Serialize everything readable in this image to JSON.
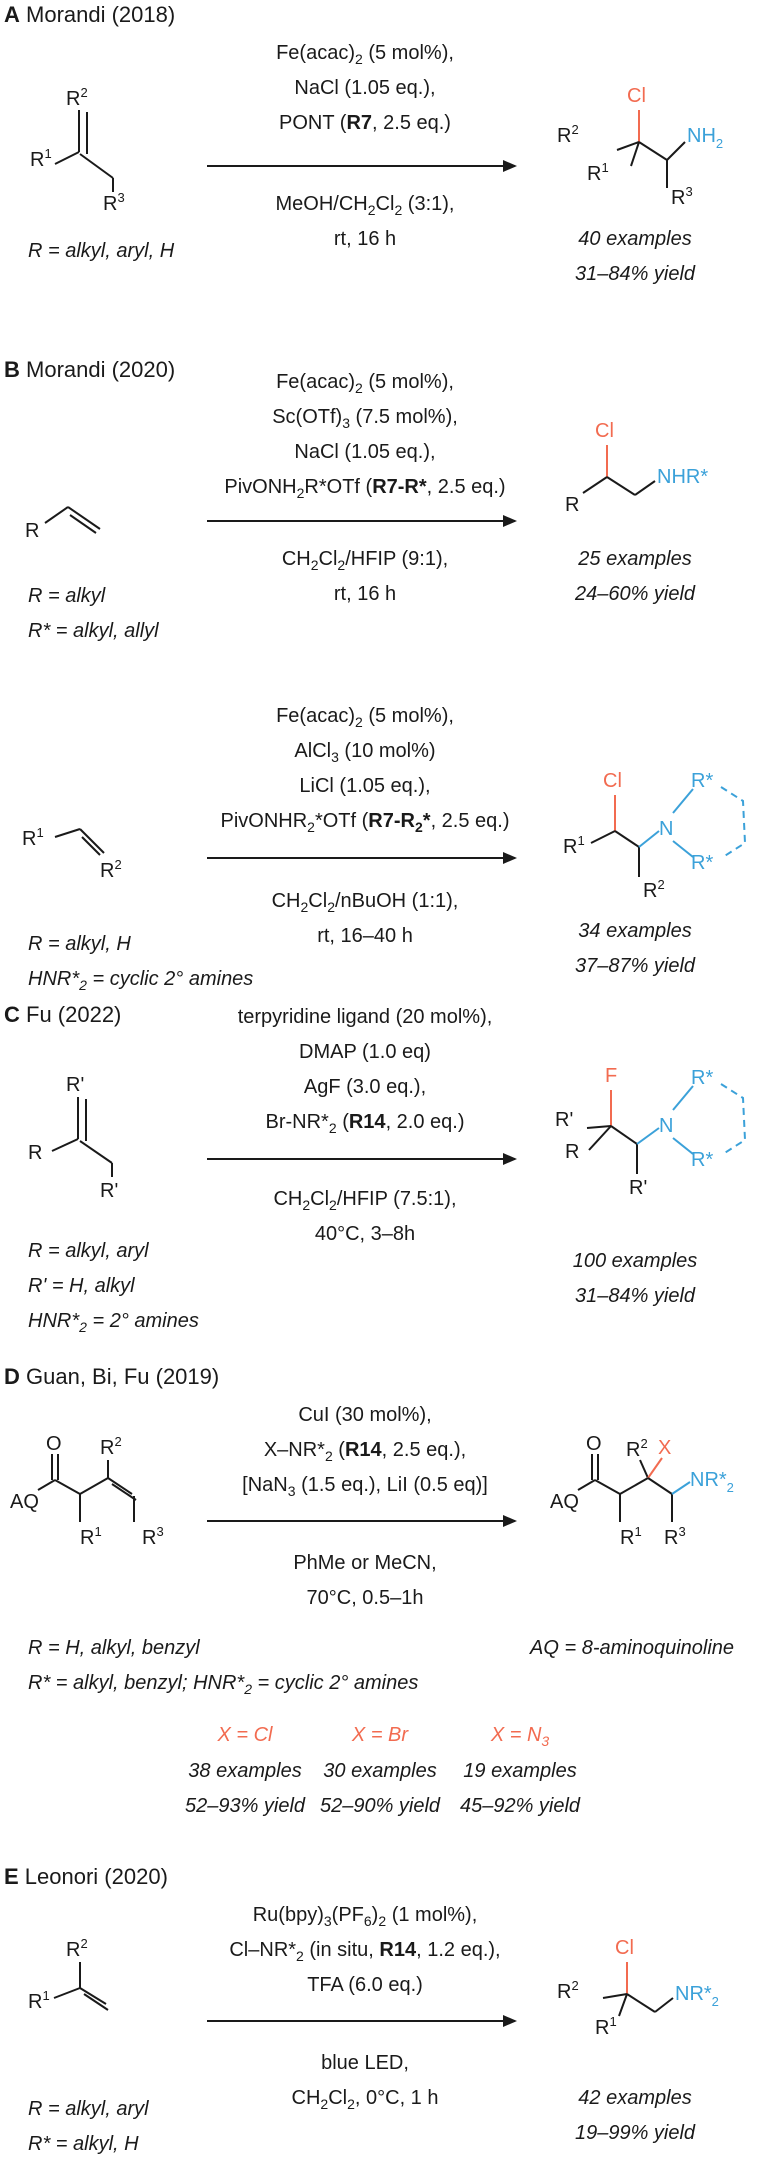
{
  "panels": {
    "a": {
      "letter": "A",
      "author": " Morandi (2018)",
      "cond1": "Fe(acac)",
      "cond1_sub": "2",
      "cond1_tail": " (5 mol%),",
      "cond2": "NaCl (1.05 eq.),",
      "cond3_pre": "PONT (",
      "cond3_bold": "R7",
      "cond3_post": ", 2.5 eq.)",
      "cond4_pre": "MeOH/CH",
      "cond4_sub": "2",
      "cond4_mid": "Cl",
      "cond4_sub2": "2",
      "cond4_post": " (3:1),",
      "cond5": "rt, 16 h",
      "scope": "R = alkyl, aryl, H",
      "examples": "40 examples",
      "yield": "31–84% yield"
    },
    "b": {
      "letter": "B",
      "author": " Morandi (2020)",
      "r1_cond1": "Fe(acac)",
      "r1_cond1_sub": "2",
      "r1_cond1_tail": " (5 mol%),",
      "r1_cond2": "Sc(OTf)",
      "r1_cond2_sub": "3",
      "r1_cond2_tail": " (7.5 mol%),",
      "r1_cond3": "NaCl (1.05 eq.),",
      "r1_cond4_pre": "PivONH",
      "r1_cond4_sub": "2",
      "r1_cond4_mid": "R*OTf (",
      "r1_cond4_bold": "R7-R*",
      "r1_cond4_post": ", 2.5 eq.)",
      "r1_cond5_pre": "CH",
      "r1_cond5_sub": "2",
      "r1_cond5_mid": "Cl",
      "r1_cond5_sub2": "2",
      "r1_cond5_post": "/HFIP (9:1),",
      "r1_cond6": "rt, 16 h",
      "r1_scope1": "R = alkyl",
      "r1_scope2": "R* = alkyl, allyl",
      "r1_examples": "25 examples",
      "r1_yield": "24–60% yield",
      "r2_cond1": "Fe(acac)",
      "r2_cond1_sub": "2",
      "r2_cond1_tail": " (5 mol%),",
      "r2_cond2": "AlCl",
      "r2_cond2_sub": "3",
      "r2_cond2_tail": " (10 mol%)",
      "r2_cond3": "LiCl (1.05 eq.),",
      "r2_cond4_pre": "PivONHR",
      "r2_cond4_sub": "2",
      "r2_cond4_mid": "*OTf (",
      "r2_cond4_bold": "R7-R",
      "r2_cond4_bold_sub": "2",
      "r2_cond4_bold_tail": "*",
      "r2_cond4_post": ", 2.5 eq.)",
      "r2_cond5_pre": "CH",
      "r2_cond5_sub": "2",
      "r2_cond5_mid": "Cl",
      "r2_cond5_sub2": "2",
      "r2_cond5_post": "/nBuOH (1:1),",
      "r2_cond6": "rt, 16–40 h",
      "r2_scope1": "R = alkyl, H",
      "r2_scope2_pre": "HNR*",
      "r2_scope2_sub": "2",
      "r2_scope2_post": " = cyclic 2° amines",
      "r2_examples": "34 examples",
      "r2_yield": "37–87% yield"
    },
    "c": {
      "letter": "C",
      "author": " Fu (2022)",
      "cond1": "terpyridine ligand (20 mol%),",
      "cond2": "DMAP (1.0 eq)",
      "cond3": "AgF (3.0 eq.),",
      "cond4_pre": "Br-NR*",
      "cond4_sub": "2",
      "cond4_mid": " (",
      "cond4_bold": "R14",
      "cond4_post": ", 2.0 eq.)",
      "cond5_pre": "CH",
      "cond5_sub": "2",
      "cond5_mid": "Cl",
      "cond5_sub2": "2",
      "cond5_post": "/HFIP (7.5:1),",
      "cond6": "40°C, 3–8h",
      "scope1": "R = alkyl, aryl",
      "scope2": "R' = H, alkyl",
      "scope3_pre": "HNR*",
      "scope3_sub": "2",
      "scope3_post": " = 2° amines",
      "examples": "100 examples",
      "yield": "31–84% yield"
    },
    "d": {
      "letter": "D",
      "author": " Guan, Bi, Fu (2019)",
      "cond1": "CuI (30 mol%),",
      "cond2_pre": "X–NR*",
      "cond2_sub": "2",
      "cond2_mid": " (",
      "cond2_bold": "R14",
      "cond2_post": ", 2.5 eq.),",
      "cond3_pre": "[NaN",
      "cond3_sub": "3",
      "cond3_post": " (1.5 eq.), LiI (0.5 eq)]",
      "cond4": "PhMe or MeCN,",
      "cond5": "70°C, 0.5–1h",
      "scope1": "R = H, alkyl, benzyl",
      "scope2_pre": "R* = alkyl, benzyl; HNR*",
      "scope2_sub": "2",
      "scope2_post": " = cyclic 2° amines",
      "aq": "AQ = 8-aminoquinoline",
      "x1": "X = Cl",
      "x2": "X = Br",
      "x3_pre": "X = N",
      "x3_sub": "3",
      "ex1": "38 examples",
      "ex2": "30 examples",
      "ex3": "19 examples",
      "y1": "52–93% yield",
      "y2": "52–90% yield",
      "y3": "45–92% yield"
    },
    "e": {
      "letter": "E",
      "author": " Leonori (2020)",
      "cond1_pre": "Ru(bpy)",
      "cond1_sub": "3",
      "cond1_mid": "(PF",
      "cond1_sub2": "6",
      "cond1_post": ")",
      "cond1_sub3": "2",
      "cond1_tail": " (1 mol%),",
      "cond2_pre": "Cl–NR*",
      "cond2_sub": "2",
      "cond2_mid": " (in situ, ",
      "cond2_bold": "R14",
      "cond2_post": ", 1.2 eq.),",
      "cond3": "TFA (6.0 eq.)",
      "cond4": "blue LED,",
      "cond5_pre": "CH",
      "cond5_sub": "2",
      "cond5_mid": "Cl",
      "cond5_sub2": "2",
      "cond5_post": ", 0°C, 1 h",
      "scope1": "R = alkyl, aryl",
      "scope2": "R* = alkyl, H",
      "examples": "42 examples",
      "yield": "19–99% yield"
    }
  },
  "labels": {
    "R": "R",
    "R1": "R",
    "sup1": "1",
    "sup2": "2",
    "sup3": "3",
    "Cl": "Cl",
    "F": "F",
    "X": "X",
    "N": "N",
    "NH": "NH",
    "NHRs": "NHR*",
    "NR": "NR*",
    "Rs": "R*",
    "Rp": "R'",
    "O": "O",
    "AQ": "AQ"
  },
  "colors": {
    "highlight_red": "#f26b50",
    "highlight_blue": "#3ba1d9"
  }
}
